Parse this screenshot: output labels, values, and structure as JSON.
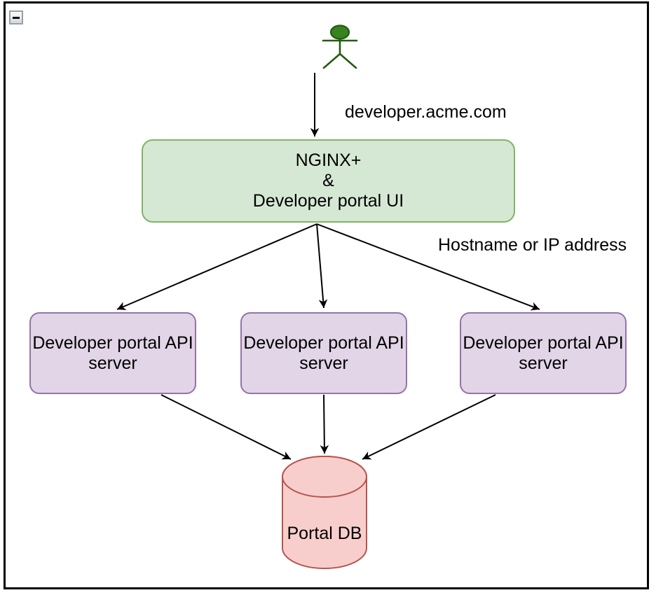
{
  "window": {
    "collapse_icon": "minus-icon"
  },
  "colors": {
    "gateway_fill": "#d5e8d4",
    "gateway_stroke": "#82b366",
    "api_fill": "#e1d5e7",
    "api_stroke": "#9673a6",
    "db_fill": "#f8cecc",
    "db_stroke": "#b85450",
    "actor_fill": "#38831f",
    "actor_stroke": "#235c12",
    "edge_color": "#000000"
  },
  "edge_labels": {
    "request_host": "developer.acme.com",
    "routing": "Hostname or IP address"
  },
  "nodes": {
    "gateway": {
      "label": "NGINX+\n&\nDeveloper portal UI"
    },
    "api_servers": [
      {
        "label": "Developer portal API\nserver"
      },
      {
        "label": "Developer portal API\nserver"
      },
      {
        "label": "Developer portal API\nserver"
      }
    ],
    "database": {
      "label": "Portal DB"
    }
  }
}
